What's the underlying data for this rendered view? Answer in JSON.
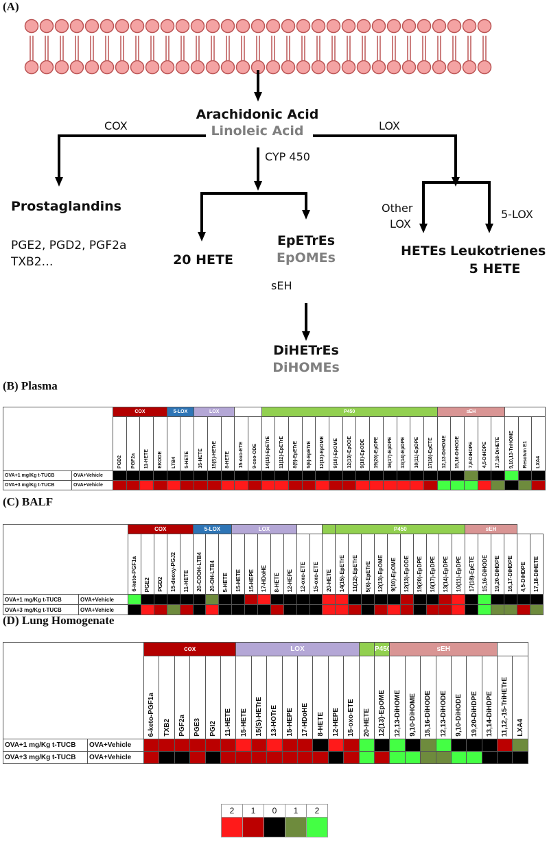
{
  "colors": {
    "2_up": "#ff1a1a",
    "1_up": "#bb0000",
    "0": "#000000",
    "1_down": "#6e8b3d",
    "2_down": "#44ff44",
    "cox": "#b30000",
    "lox5": "#2e75b6",
    "lox": "#b4a7d6",
    "p450": "#92d050",
    "seh": "#d99594",
    "gray_text": "#808080"
  },
  "panel_a": {
    "label": "(A)",
    "arachidonic": "Arachidonic Acid",
    "linoleic": "Linoleic Acid",
    "cox": "COX",
    "lox": "LOX",
    "cyp": "CYP 450",
    "prostaglandins": "Prostaglandins",
    "pg_list_1": "PGE2, PGD2, PGF2a",
    "pg_list_2": "TXB2…",
    "hete20": "20 HETE",
    "epetres": "EpETrEs",
    "epomes": "EpOMEs",
    "seh": "sEH",
    "dihetres": "DiHETrEs",
    "dihomes": "DiHOMEs",
    "other_lox_1": "Other",
    "other_lox_2": "LOX",
    "lox5": "5-LOX",
    "hetes": "HETEs",
    "leukotrienes": "Leukotrienes",
    "hete5": "5 HETE"
  },
  "panel_b": {
    "label": "(B) Plasma",
    "groups": [
      {
        "name": "COX",
        "span": 4,
        "color": "#b30000"
      },
      {
        "name": "5-LOX",
        "span": 2,
        "color": "#2e75b6"
      },
      {
        "name": "LOX",
        "span": 3,
        "color": "#b4a7d6"
      },
      {
        "name": "",
        "span": 2,
        "color": "#ffffff"
      },
      {
        "name": "P450",
        "span": 13,
        "color": "#92d050"
      },
      {
        "name": "sEH",
        "span": 5,
        "color": "#d99594"
      },
      {
        "name": "",
        "span": 3,
        "color": "#ffffff"
      }
    ],
    "columns": [
      "PGD2",
      "PGF2a",
      "11-HETE",
      "EKODE",
      "LTB4",
      "5-HETE",
      "15-HETE",
      "15(S)-HETrE",
      "8-HETE",
      "15-oxo-ETE",
      "9-oxo-ODE",
      "14(15)-EpETrE",
      "11(12)-EpETrE",
      "8(9)-EpETrE",
      "5(6)-EpETrE",
      "12(13)-EpOME",
      "9(10)-EpOME",
      "12(13)-EpODE",
      "9(10)-EpODE",
      "19(20)-EpDPE",
      "16(17)-EpDPE",
      "13(14)-EpDPE",
      "10(11)-EpDPE",
      "17(18)-EpETE",
      "12,13-DiHOME",
      "15,16-DiHODE",
      "7,8-DiHDPE",
      "4,5-DiHDPE",
      "17,18-DiHETE",
      "9,10,13-TriHOME",
      "Resolvin E1",
      "LXA4"
    ],
    "rows": [
      {
        "label": "OVA+1 mg/Kg t-TUCB",
        "control": "OVA+Vehicle",
        "values": [
          0,
          0,
          0,
          0,
          0,
          0,
          0,
          0,
          0,
          0,
          0,
          0,
          0,
          0,
          0,
          0,
          0,
          0,
          0,
          0,
          0,
          0,
          0,
          0,
          0,
          0,
          -1,
          0,
          0,
          -2,
          0,
          0
        ]
      },
      {
        "label": "OVA+3 mg/Kg t-TUCB",
        "control": "OVA+Vehicle",
        "values": [
          1,
          1,
          2,
          1,
          2,
          1,
          1,
          1,
          2,
          2,
          1,
          2,
          2,
          1,
          1,
          2,
          1,
          1,
          2,
          2,
          2,
          2,
          2,
          1,
          -2,
          -2,
          -2,
          2,
          -1,
          0,
          -1,
          1
        ]
      }
    ]
  },
  "panel_c": {
    "label": "(C) BALF",
    "groups": [
      {
        "name": "COX",
        "span": 5,
        "color": "#b30000"
      },
      {
        "name": "5-LOX",
        "span": 3,
        "color": "#2e75b6"
      },
      {
        "name": "LOX",
        "span": 5,
        "color": "#b4a7d6"
      },
      {
        "name": "",
        "span": 2,
        "color": "#ffffff"
      },
      {
        "name": "",
        "span": 1,
        "color": "#92d050"
      },
      {
        "name": "P450",
        "span": 10,
        "color": "#92d050"
      },
      {
        "name": "sEH",
        "span": 4,
        "color": "#d99594"
      }
    ],
    "columns": [
      "6-keto-PGF1a",
      "PGE2",
      "PGD2",
      "15-deoxy-PGJ2",
      "11-HETE",
      "20-COOH-LTB4",
      "20-OH-LTB4",
      "5-HETE",
      "15-HETE",
      "15-HEPE",
      "17-HDoHE",
      "8-HETE",
      "12-HEPE",
      "12-oxo-ETE",
      "15-oxo-ETE",
      "20-HETE",
      "14(15)-EpETrE",
      "11(12)-EpETrE",
      "5(6)-EpETrE",
      "12(13)-EpOME",
      "9(10)-EpOME",
      "12(13)-EpODE",
      "19(20)-EpDPE",
      "16(17)-EpDPE",
      "13(14)-EpDPE",
      "10(11)-EpDPE",
      "17(18)-EpETE",
      "15,16-DiHODE",
      "19,20-DiHDPE",
      "16,17-DiHDPE",
      "4,5-DiHDPE",
      "17,18-DiHETE"
    ],
    "rows": [
      {
        "label": "OVA+1 mg/Kg t-TUCB",
        "control": "OVA+Vehicle",
        "values": [
          -2,
          0,
          0,
          0,
          0,
          0,
          -1,
          0,
          0,
          1,
          2,
          0,
          0,
          0,
          0,
          2,
          2,
          0,
          0,
          0,
          0,
          1,
          0,
          0,
          1,
          2,
          0,
          -2,
          0,
          0,
          0,
          0
        ]
      },
      {
        "label": "OVA+3 mg/Kg t-TUCB",
        "control": "OVA+Vehicle",
        "values": [
          0,
          2,
          1,
          -1,
          1,
          0,
          2,
          0,
          0,
          0,
          0,
          1,
          0,
          0,
          0,
          2,
          2,
          1,
          0,
          1,
          2,
          1,
          0,
          1,
          1,
          2,
          0,
          -2,
          -1,
          -1,
          1,
          -1
        ]
      }
    ]
  },
  "panel_d": {
    "label": "(D) Lung Homogenate",
    "groups": [
      {
        "name": "cox",
        "span": 6,
        "color": "#b30000"
      },
      {
        "name": "LOX",
        "span": 8,
        "color": "#b4a7d6"
      },
      {
        "name": "",
        "span": 1,
        "color": "#92d050"
      },
      {
        "name": "P450",
        "span": 1,
        "color": "#92d050"
      },
      {
        "name": "sEH",
        "span": 7,
        "color": "#d99594"
      },
      {
        "name": "",
        "span": 2,
        "color": "#ffffff"
      }
    ],
    "columns": [
      "6-keto-PGF1a",
      "TXB2",
      "PGF2a",
      "PGE3",
      "PGI2",
      "11-HETE",
      "15-HETE",
      "15(S)-HETrE",
      "13-HOTrE",
      "15-HEPE",
      "17-HDoHE",
      "8-HETE",
      "12-HEPE",
      "15-oxo-ETE",
      "20-HETE",
      "12(13)-EpOME",
      "12,13-DiHOME",
      "9,10-DiHOME",
      "15,16-DiHODE",
      "12,13-DiHODE",
      "9,10-DiHODE",
      "19,20-DiHDPE",
      "13,14-DiHDPE",
      "11,12,-15-TriHETrE",
      "LXA4"
    ],
    "rows": [
      {
        "label": "OVA+1 mg/Kg t-TUCB",
        "control": "OVA+Vehicle",
        "values": [
          1,
          1,
          1,
          1,
          1,
          1,
          2,
          1,
          2,
          1,
          1,
          0,
          2,
          1,
          -2,
          0,
          -2,
          0,
          -1,
          -2,
          0,
          0,
          0,
          1,
          -1
        ]
      },
      {
        "label": "OVA+3 mg/Kg t-TUCB",
        "control": "OVA+Vehicle",
        "values": [
          1,
          0,
          0,
          1,
          0,
          1,
          1,
          1,
          1,
          1,
          1,
          1,
          0,
          1,
          -2,
          1,
          -2,
          -2,
          -1,
          -1,
          -2,
          -2,
          0,
          0,
          0
        ]
      }
    ]
  },
  "legend": {
    "labels": [
      "2",
      "1",
      "0",
      "1",
      "2"
    ],
    "values": [
      2,
      1,
      0,
      -1,
      -2
    ]
  }
}
